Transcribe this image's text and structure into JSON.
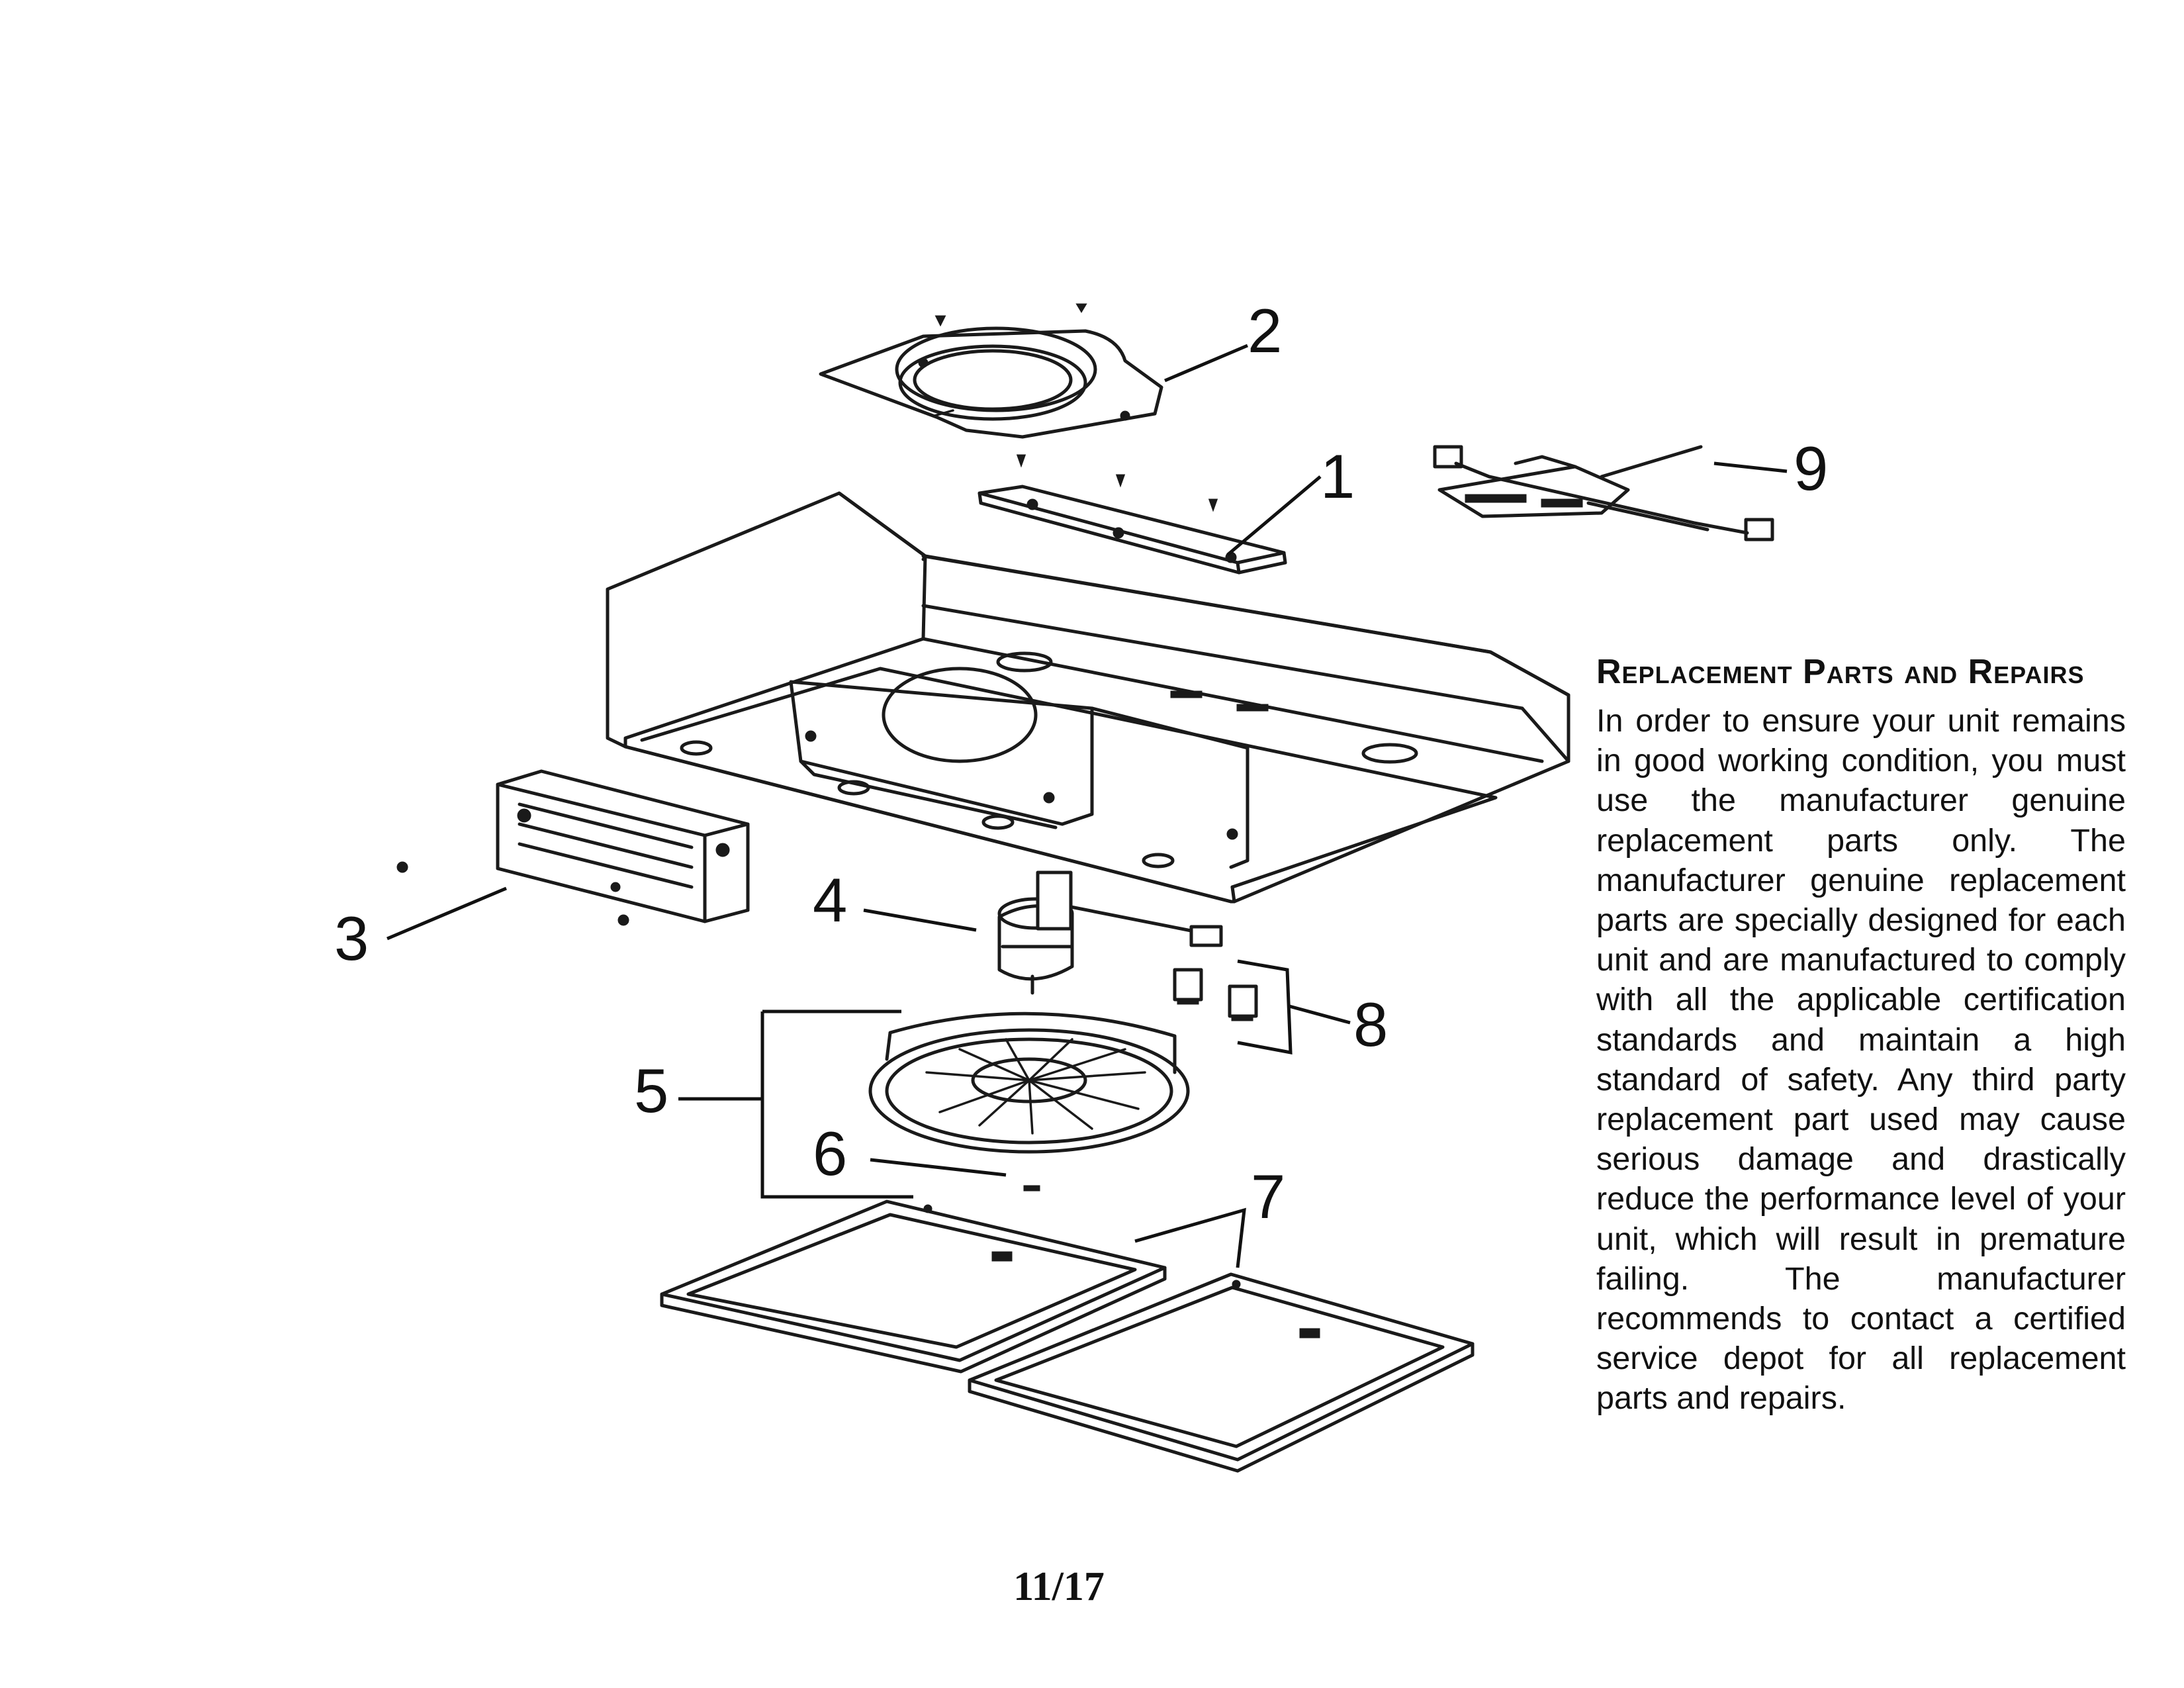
{
  "section": {
    "title": "Replacement Parts and Repairs",
    "body": "In order to ensure your unit remains in good working condition, you must use the manufacturer genuine replacement parts only. The manufacturer genuine replacement parts are specially designed for each unit and are manufactured to comply with all the applicable certification standards and maintain a high standard of safety. Any third party replacement part used may cause serious damage and drastically reduce the performance level of your unit, which will result in premature failing. The manufacturer recommends to contact a certified service depot for all replacement parts and repairs."
  },
  "diagram": {
    "callouts": [
      "1",
      "2",
      "3",
      "4",
      "5",
      "6",
      "7",
      "8",
      "9"
    ]
  },
  "page_number": "11/17"
}
